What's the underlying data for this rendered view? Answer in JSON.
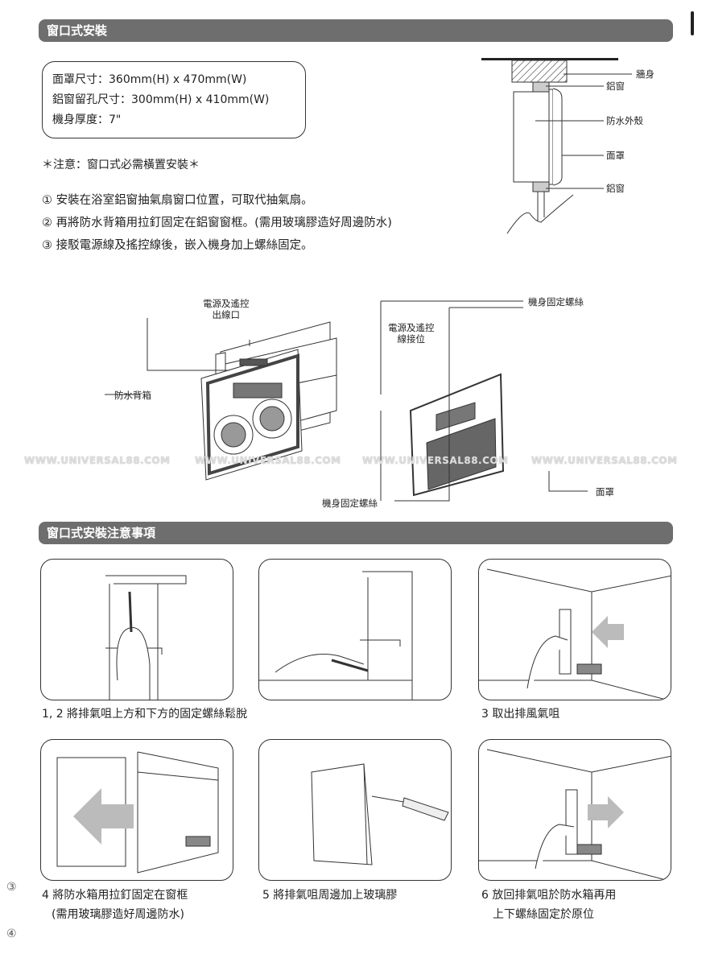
{
  "section1": {
    "title": "窗口式安裝",
    "specs": [
      "面罩尺寸：360mm(H) x 470mm(W)",
      "鋁窗留孔尺寸：300mm(H) x 410mm(W)",
      "機身厚度：7\""
    ],
    "note": "＊注意：窗口式必需橫置安裝＊",
    "steps": [
      "① 安裝在浴室鋁窗抽氣扇窗口位置，可取代抽氣扇。",
      "② 再將防水背箱用拉釘固定在鋁窗窗框。(需用玻璃膠造好周邊防水)",
      "③ 接駁電源線及搖控線後，嵌入機身加上螺絲固定。"
    ],
    "side_diagram_labels": {
      "wall": "牆身",
      "window_top": "鋁窗",
      "housing": "防水外殼",
      "cover": "面罩",
      "window_bottom": "鋁窗"
    }
  },
  "exploded": {
    "outlet": [
      "電源及遙控",
      "出線口"
    ],
    "backbox": "防水背箱",
    "connector": [
      "電源及遙控",
      "線接位"
    ],
    "screw_top": "機身固定螺絲",
    "screw_bottom": "機身固定螺絲",
    "cover": "面罩",
    "watermark": "WWW.UNIVERSAL88.COM"
  },
  "section2": {
    "title": "窗口式安裝注意事項",
    "captions": {
      "c12": "1, 2 將排氣咀上方和下方的固定螺絲鬆脫",
      "c3": "3 取出排風氣咀",
      "c4": [
        "4 將防水箱用拉釘固定在窗框",
        "(需用玻璃膠造好周邊防水)"
      ],
      "c5": "5 將排氣咀周邊加上玻璃膠",
      "c6": [
        "6 放回排氣咀於防水箱再用",
        "上下螺絲固定於原位"
      ]
    }
  },
  "margin_marks": [
    "③",
    "④"
  ]
}
